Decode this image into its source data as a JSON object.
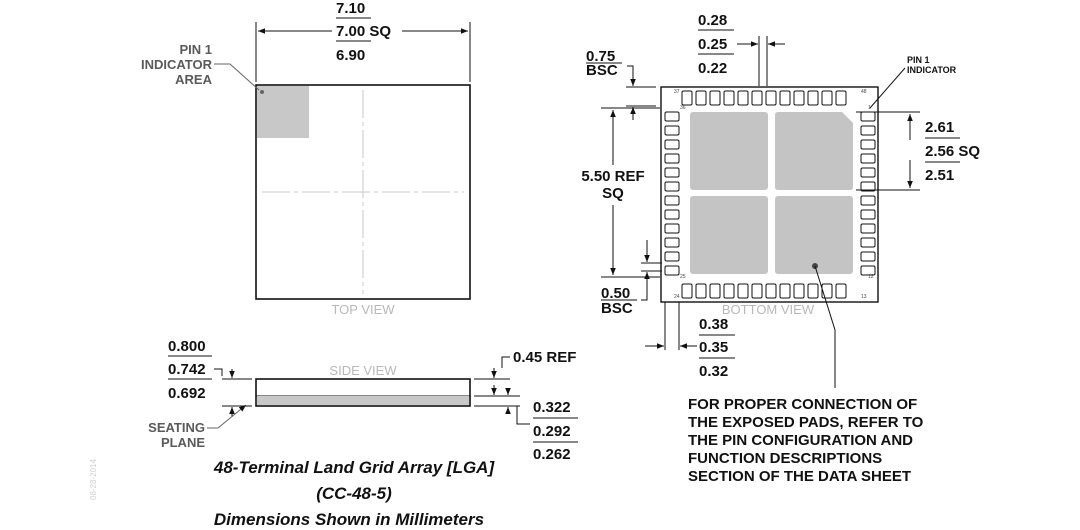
{
  "top_view": {
    "dim_max": "7.10",
    "dim_nom": "7.00 SQ",
    "dim_min": "6.90",
    "pin1_label": [
      "PIN 1",
      "INDICATOR",
      "AREA"
    ],
    "view_label": "TOP VIEW"
  },
  "side_view": {
    "thk_max": "0.800",
    "thk_nom": "0.742",
    "thk_min": "0.692",
    "ref": "0.45 REF",
    "seating": [
      "SEATING",
      "PLANE"
    ],
    "view_label": "SIDE VIEW",
    "pad_max": "0.322",
    "pad_nom": "0.292",
    "pad_min": "0.262"
  },
  "bottom_view": {
    "pitch_top": [
      "0.75",
      "BSC"
    ],
    "pad_w_max": "0.28",
    "pad_w_nom": "0.25",
    "pad_w_min": "0.22",
    "pin1_indicator": [
      "PIN 1",
      "INDICATOR"
    ],
    "ref_sq": [
      "5.50 REF",
      "SQ"
    ],
    "pitch_bottom": [
      "0.50",
      "BSC"
    ],
    "ep_max": "2.61",
    "ep_nom": "2.56 SQ",
    "ep_min": "2.51",
    "pad_l_max": "0.38",
    "pad_l_nom": "0.35",
    "pad_l_min": "0.32",
    "view_label": "BOTTOM VIEW",
    "pin_nums": [
      "37",
      "48",
      "36",
      "25",
      "24",
      "13",
      "12",
      "1"
    ]
  },
  "note": [
    "FOR PROPER CONNECTION OF",
    "THE EXPOSED PADS, REFER TO",
    "THE PIN CONFIGURATION AND",
    "FUNCTION DESCRIPTIONS",
    "SECTION OF THE DATA SHEET"
  ],
  "caption": {
    "line1": "48-Terminal Land Grid Array [LGA]",
    "line2": "(CC-48-5)",
    "line3": "Dimensions Shown in Millimeters"
  },
  "doc_code": "08-28-2014"
}
